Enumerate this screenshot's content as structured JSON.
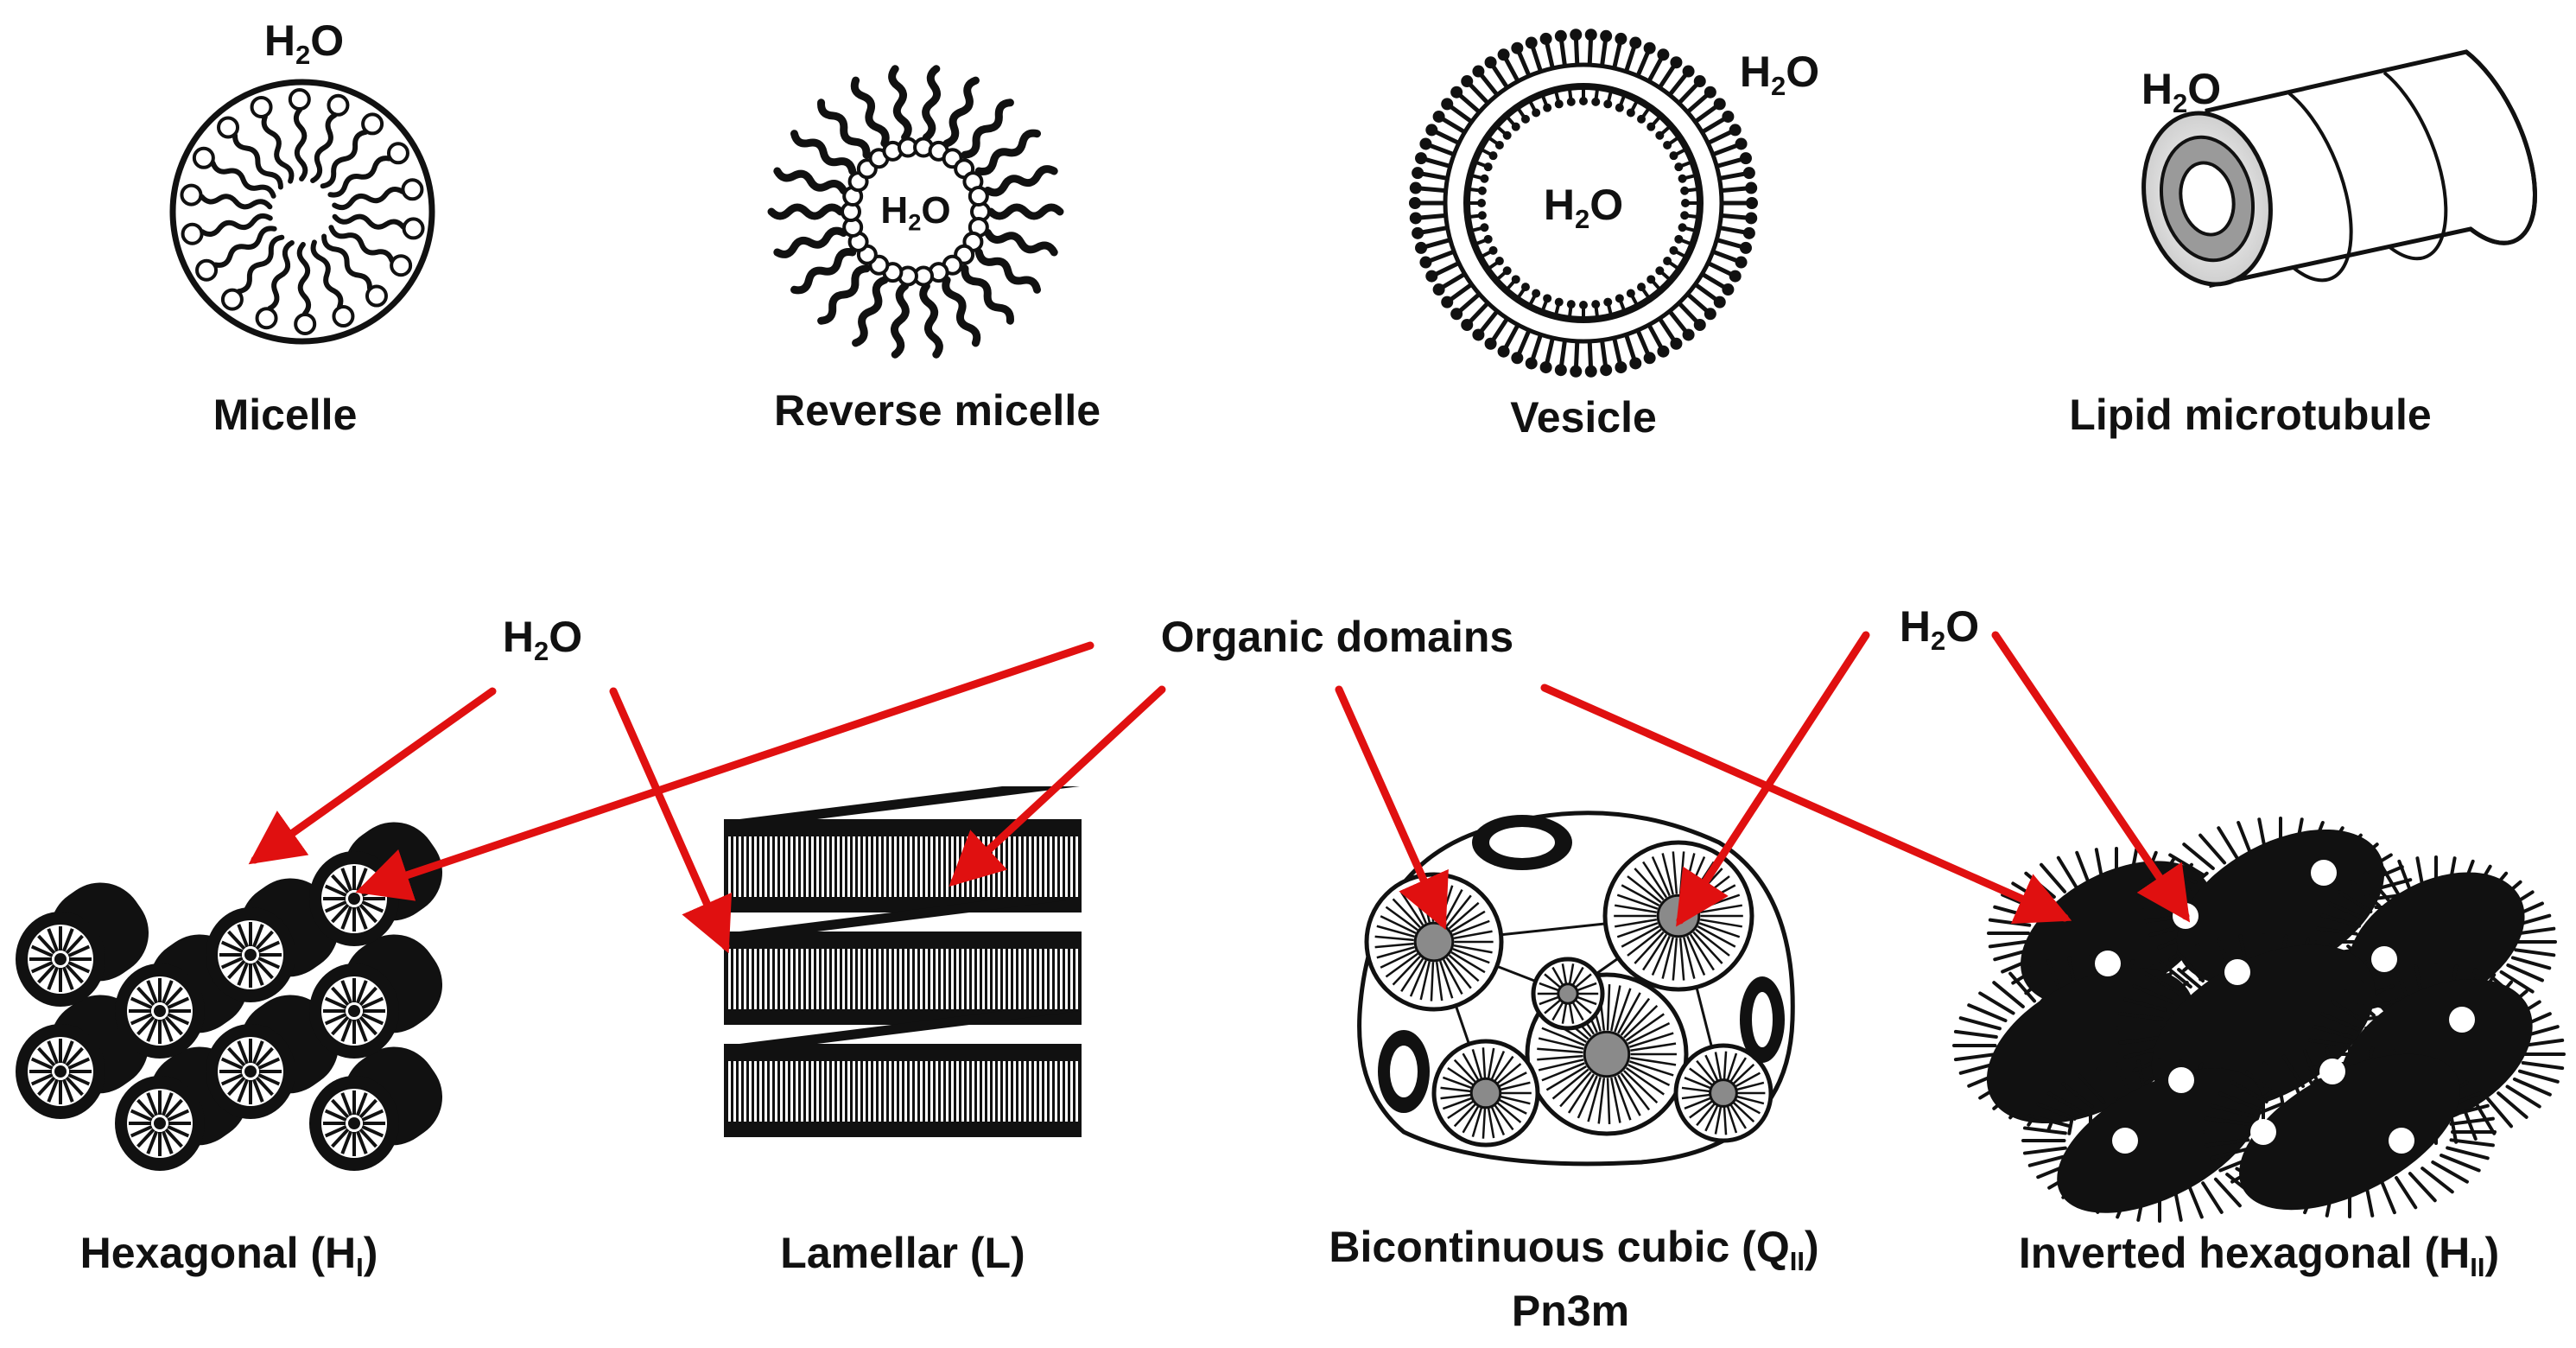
{
  "water": {
    "base": "H",
    "sub": "2",
    "tail": "O"
  },
  "top_row": [
    {
      "id": "micelle",
      "name": "Micelle"
    },
    {
      "id": "reverse-micelle",
      "name": "Reverse micelle"
    },
    {
      "id": "vesicle",
      "name": "Vesicle"
    },
    {
      "id": "lipid-microtubule",
      "name": "Lipid microtubule"
    }
  ],
  "bottom_row": {
    "organic_label": "Organic domains",
    "phases": [
      {
        "id": "hexagonal",
        "name": "Hexagonal (H",
        "sub": "I",
        "close": ")"
      },
      {
        "id": "lamellar",
        "name": "Lamellar (L)",
        "sub": "",
        "close": ""
      },
      {
        "id": "bicontinuous-cubic",
        "name": "Bicontinuous cubic (Q",
        "sub": "II",
        "close": ")",
        "second_line": "Pn3m"
      },
      {
        "id": "inverted-hexagonal",
        "name": "Inverted hexagonal (H",
        "sub": "II",
        "close": ")"
      }
    ]
  },
  "colors": {
    "ink": "#111111",
    "arrow": "#e01010",
    "shell_fill": "#f2f2f2"
  }
}
